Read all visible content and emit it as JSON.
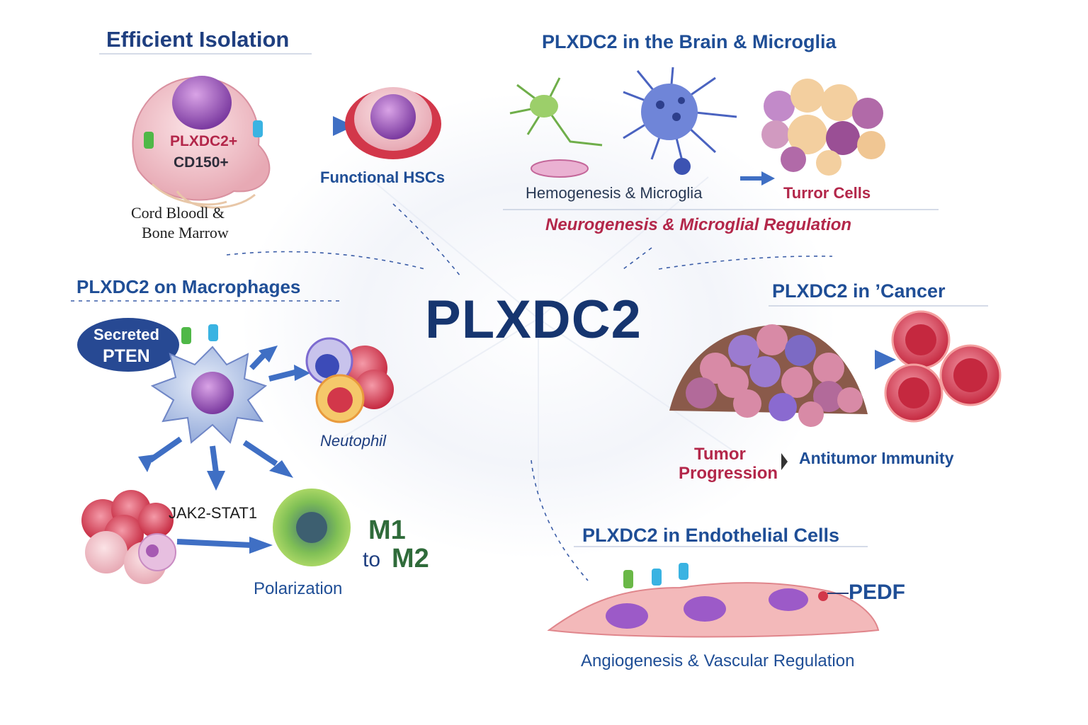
{
  "title": "PLXDC2",
  "sections": {
    "isolation": {
      "header": "Efficient Isolation",
      "marker_line1": "PLXDC2+",
      "marker_line2": "CD150+",
      "source_line1": "Cord Bloodl &",
      "source_line2": "Bone Marrow",
      "result": "Functional HSCs"
    },
    "brain": {
      "header": "PLXDC2 in the Brain & Microglia",
      "left_caption": "Hemogenesis & Microglia",
      "right_caption": "Turror Cells",
      "subtitle": "Neurogenesis & Microglial Regulation"
    },
    "macrophages": {
      "header": "PLXDC2 on Macrophages",
      "badge_line1": "Secreted",
      "badge_line2": "PTEN",
      "neutrophil": "Neutophil",
      "pathway": "JAK2-STAT1",
      "m1": "M1",
      "to": "to",
      "m2": "M2",
      "polarization": "Polarization"
    },
    "cancer": {
      "header": "PLXDC2  in ʼCancer",
      "progression_line1": "Tumor",
      "progression_line2": "Progression",
      "immunity": "Antitumor Immunity"
    },
    "endothelial": {
      "header": "PLXDC2 in Endothelial Cells",
      "ligand": "PEDF",
      "caption": "Angiogenesis & Vascular Regulation"
    }
  },
  "colors": {
    "title": "#16356f",
    "header": "#1f4e96",
    "accent_red": "#b3274a",
    "arrow_blue": "#3f6fc4",
    "m_green": "#2f6b3a"
  }
}
